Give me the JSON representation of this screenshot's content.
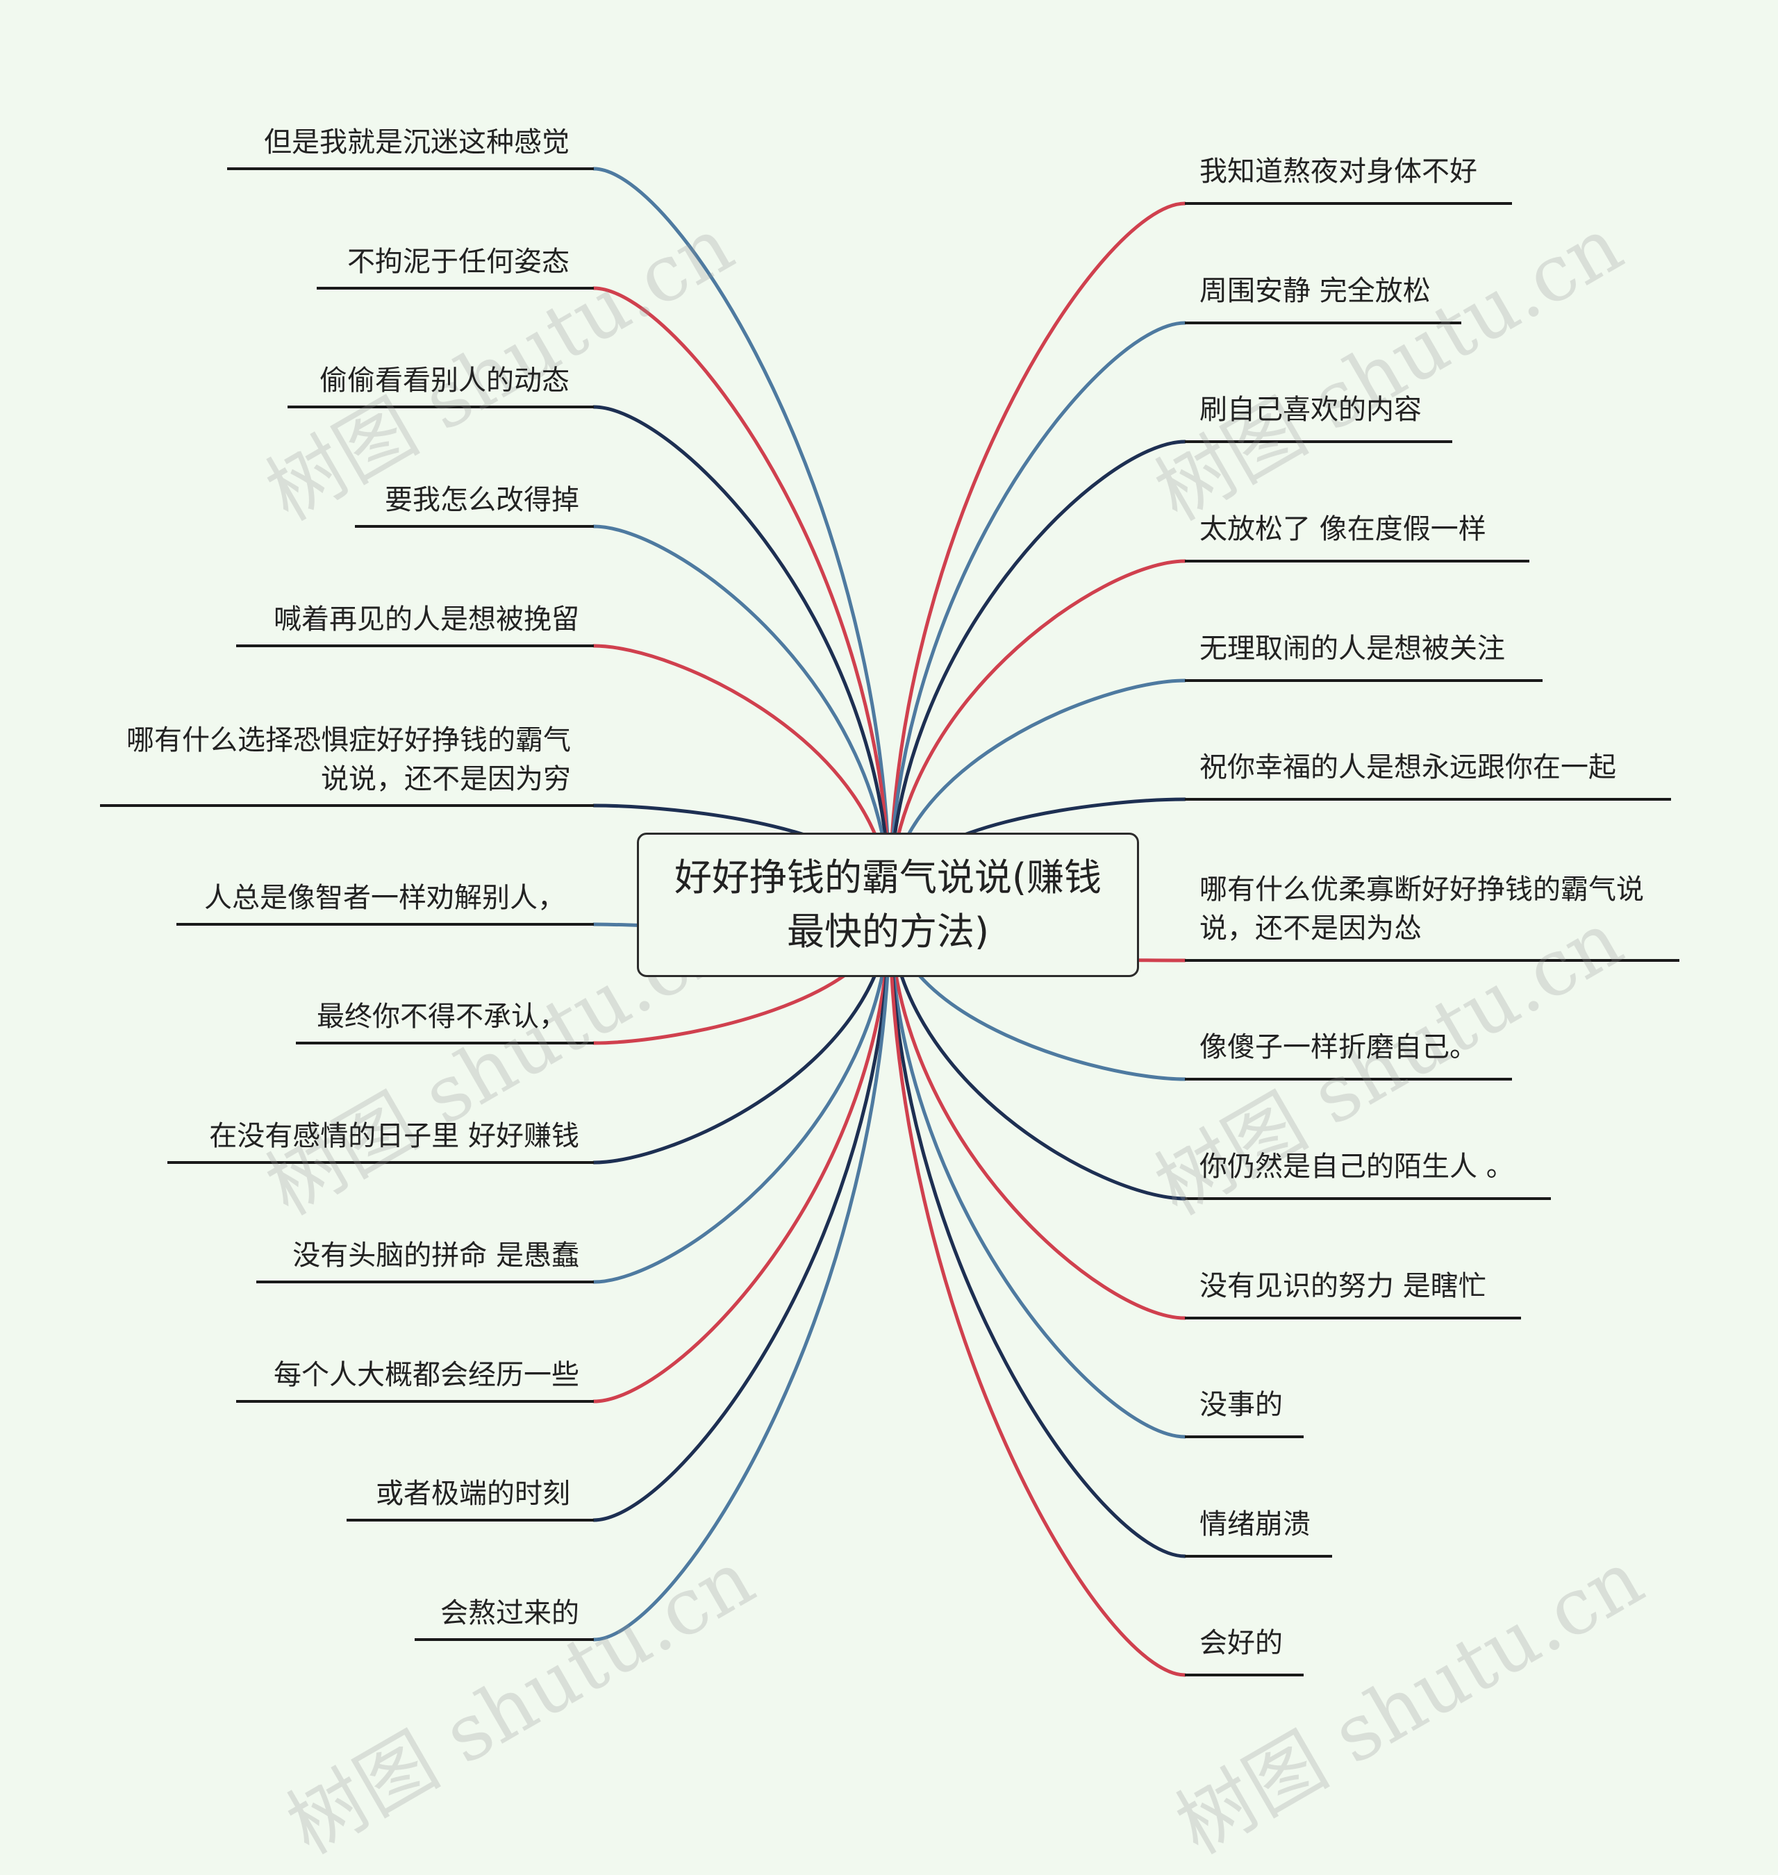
{
  "root": "好好挣钱的霸气说说(赚钱最快的方法)",
  "watermark": "树图 shutu.cn",
  "colors": {
    "red": "#d0404e",
    "blue": "#4e7aa0",
    "navy": "#1d2f52",
    "background": "#f1f9ef",
    "underline": "#1a1a1a"
  },
  "left_branches": [
    {
      "text": "但是我就是沉迷这种感觉",
      "color": "blue"
    },
    {
      "text": "不拘泥于任何姿态",
      "color": "red"
    },
    {
      "text": "偷偷看看别人的动态",
      "color": "navy"
    },
    {
      "text": "要我怎么改得掉",
      "color": "blue"
    },
    {
      "text": "喊着再见的人是想被挽留",
      "color": "red"
    },
    {
      "text": "哪有什么选择恐惧症好好挣钱的霸气说说，还不是因为穷",
      "color": "navy"
    },
    {
      "text": "人总是像智者一样劝解别人，",
      "color": "blue"
    },
    {
      "text": "最终你不得不承认，",
      "color": "red"
    },
    {
      "text": "在没有感情的日子里 好好赚钱",
      "color": "navy"
    },
    {
      "text": "没有头脑的拼命 是愚蠢",
      "color": "blue"
    },
    {
      "text": "每个人大概都会经历一些",
      "color": "red"
    },
    {
      "text": "或者极端的时刻",
      "color": "navy"
    },
    {
      "text": "会熬过来的",
      "color": "blue"
    }
  ],
  "right_branches": [
    {
      "text": "我知道熬夜对身体不好",
      "color": "red"
    },
    {
      "text": "周围安静 完全放松",
      "color": "blue"
    },
    {
      "text": "刷自己喜欢的内容",
      "color": "navy"
    },
    {
      "text": "太放松了 像在度假一样",
      "color": "red"
    },
    {
      "text": "无理取闹的人是想被关注",
      "color": "blue"
    },
    {
      "text": "祝你幸福的人是想永远跟你在一起",
      "color": "navy"
    },
    {
      "text": "哪有什么优柔寡断好好挣钱的霸气说说，还不是因为怂",
      "color": "red"
    },
    {
      "text": "像傻子一样折磨自己。",
      "color": "blue"
    },
    {
      "text": "你仍然是自己的陌生人 。",
      "color": "navy"
    },
    {
      "text": "没有见识的努力 是瞎忙",
      "color": "red"
    },
    {
      "text": "没事的",
      "color": "blue"
    },
    {
      "text": "情绪崩溃",
      "color": "navy"
    },
    {
      "text": "会好的",
      "color": "red"
    }
  ]
}
